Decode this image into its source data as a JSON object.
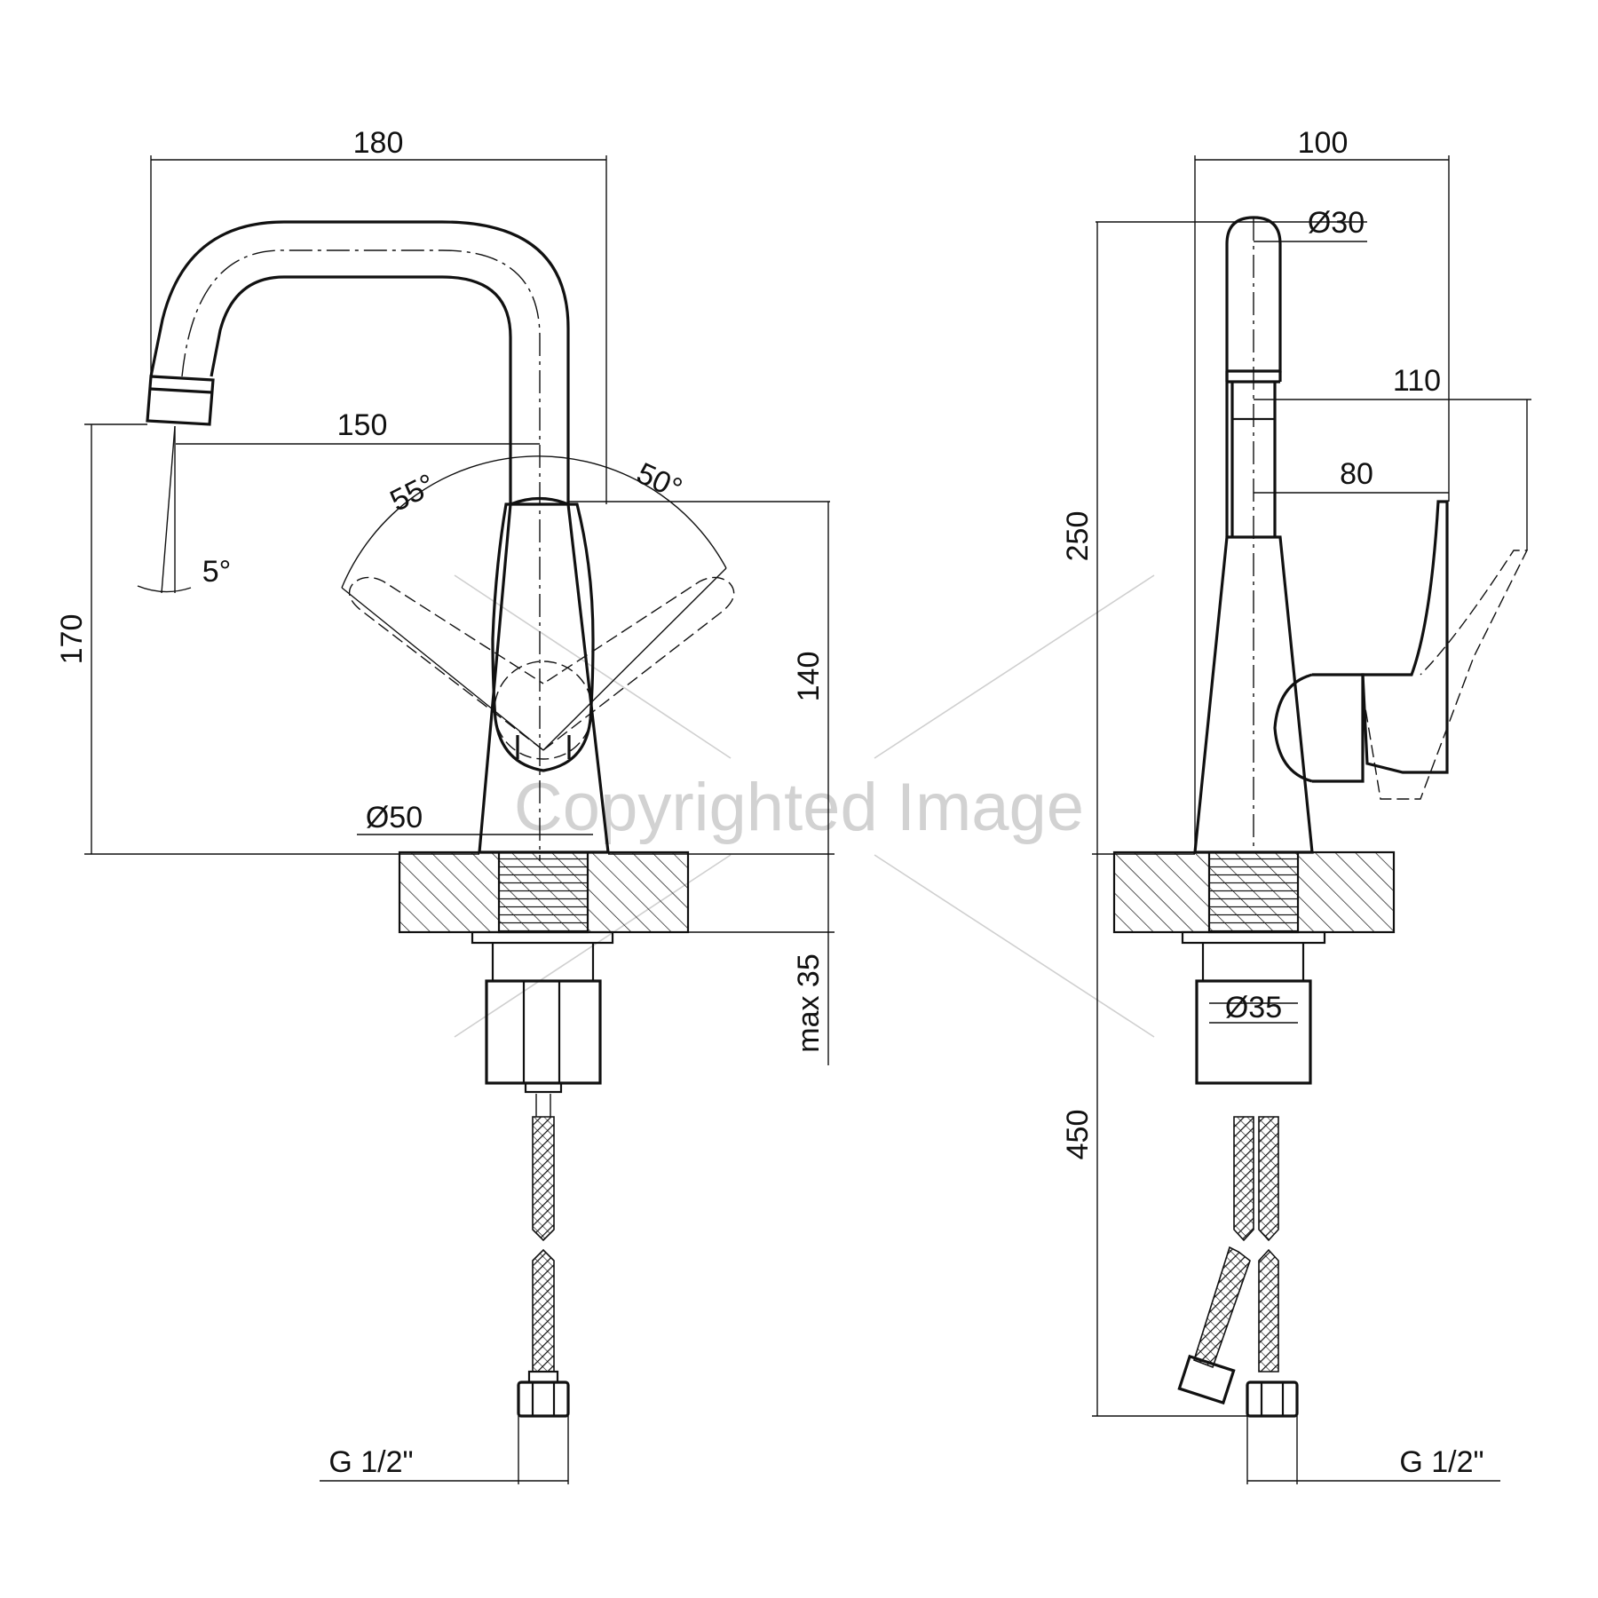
{
  "drawing": {
    "watermark": "Copyrighted Image",
    "front_view": {
      "width_overall": "180",
      "spout_reach": "150",
      "spout_height": "170",
      "body_height": "140",
      "lever_angle_left": "55°",
      "lever_angle_right": "50°",
      "spout_angle": "5°",
      "base_diameter": "Ø50",
      "max_counter_thickness": "max 35",
      "hose_connection": "G 1/2\""
    },
    "side_view": {
      "width_overall": "100",
      "spout_diameter": "Ø30",
      "lever_reach_max": "110",
      "lever_reach": "80",
      "total_height": "250",
      "hose_length": "450",
      "thread_diameter": "Ø35",
      "hose_connection": "G 1/2\""
    }
  }
}
